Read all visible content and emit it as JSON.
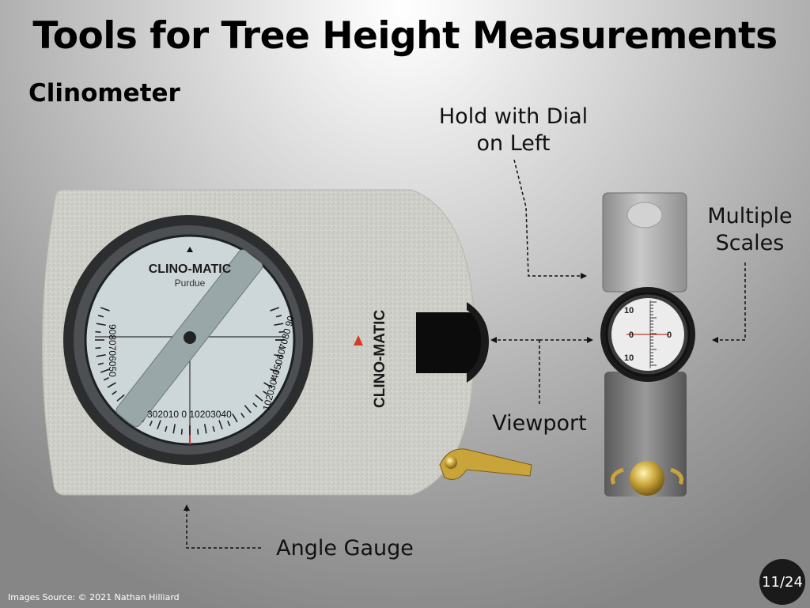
{
  "slide": {
    "title": "Tools for Tree Height Measurements",
    "subtitle": "Clinometer",
    "page_number": "11/24",
    "source": "Images Source: © 2021 Nathan Hilliard"
  },
  "labels": {
    "hold_dial_line1": "Hold with Dial",
    "hold_dial_line2": "on Left",
    "multiple_scales_line1": "Multiple",
    "multiple_scales_line2": "Scales",
    "viewport": "Viewport",
    "angle_gauge": "Angle Gauge"
  },
  "device": {
    "brand": "CLINO-MATIC",
    "dial_brand": "CLINO-MATIC",
    "dial_maker": "Purdue",
    "left_scale": "9080706050",
    "bottom_scale": "302010 0 10203040",
    "right_scale": "1020304050607080 90",
    "viewport_scale_top": "10",
    "viewport_scale_mid": "0",
    "viewport_scale_bottom": "10",
    "viewport_scale_right": "0"
  }
}
